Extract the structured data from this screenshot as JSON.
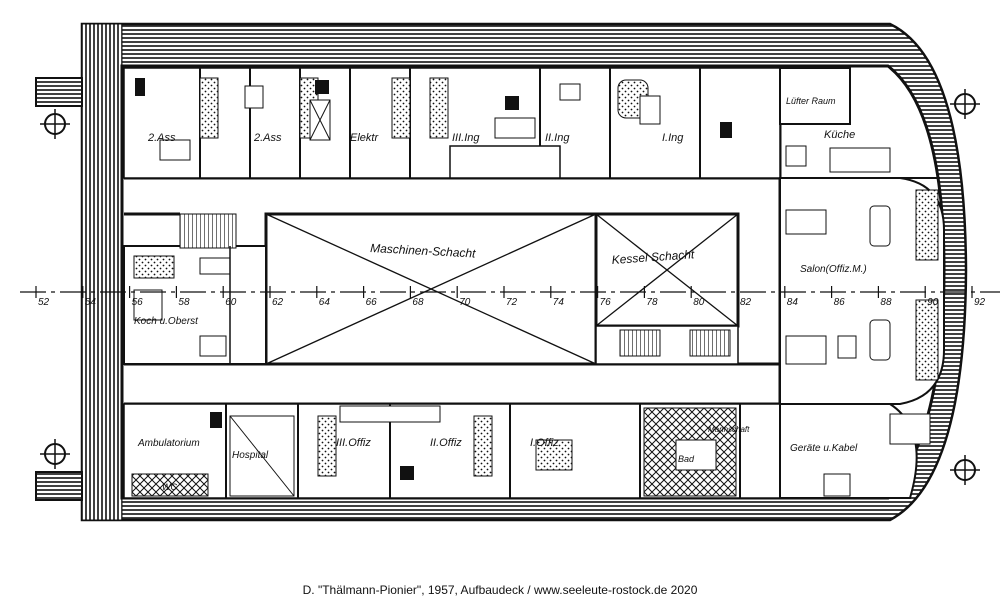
{
  "caption": "D. \"Thälmann-Pionier\", 1957, Aufbaudeck / www.seeleute-rostock.de 2020",
  "shafts": {
    "machine": "Maschinen-Schacht",
    "boiler": "Kessel Schacht"
  },
  "rooms": {
    "top_ass1": "2.Ass",
    "top_ass2": "2.Ass",
    "top_elektr": "Elektr",
    "top_ing1": "III.Ing",
    "top_ing2": "II.Ing",
    "top_ing3": "I.Ing",
    "lueft": "Lüfter Raum",
    "kueche": "Küche",
    "salon": "Salon(Offiz.M.)",
    "koch": "Koch u.Oberst",
    "ambulatorium": "Ambulatorium",
    "hospital": "Hospital",
    "wc": "WC",
    "offiz1": "III.Offiz",
    "offiz2": "II.Offiz",
    "offiz3": "I.Offiz",
    "bad": "Bad",
    "mannschaft": "Mannschaft",
    "gerate": "Geräte u.Kabel"
  },
  "frames": [
    "52",
    "54",
    "56",
    "58",
    "60",
    "62",
    "64",
    "66",
    "68",
    "70",
    "72",
    "74",
    "76",
    "78",
    "80",
    "82",
    "84",
    "86",
    "88",
    "90",
    "92"
  ]
}
